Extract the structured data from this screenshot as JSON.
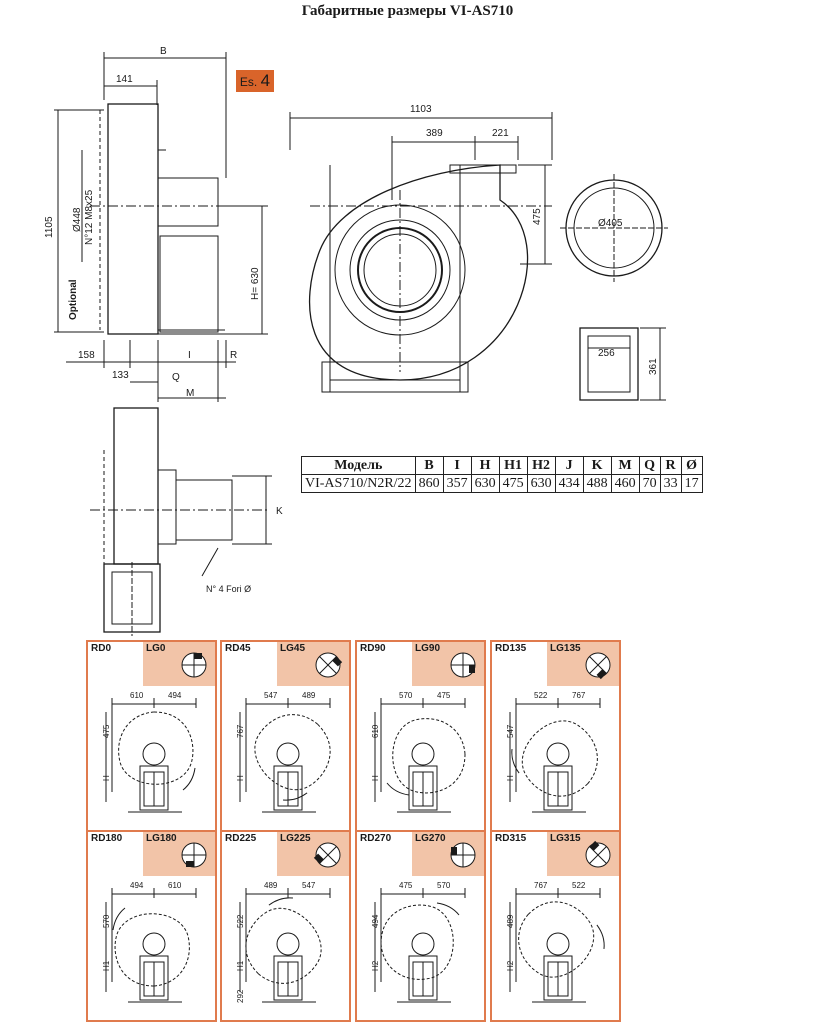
{
  "title": "Габаритные размеры VI-AS710",
  "es_badge": {
    "prefix": "Es.",
    "number": "4",
    "color": "#d9642a"
  },
  "side_view": {
    "dim_B": "B",
    "dim_141": "141",
    "dim_1105": "1105",
    "dim_448": "Ø448",
    "dim_holes": "N°12 M8x25",
    "dim_optional": "Optional",
    "dim_H": "H= 630",
    "dim_158": "158",
    "dim_133": "133",
    "dim_Q": "Q",
    "dim_I": "I",
    "dim_R": "R",
    "dim_M": "M"
  },
  "front_view": {
    "dim_1103": "1103",
    "dim_389": "389",
    "dim_221": "221",
    "dim_475": "475"
  },
  "flange_round": {
    "dim": "Ø405"
  },
  "flange_rect": {
    "dim_256": "256",
    "dim_361": "361"
  },
  "top_view": {
    "dim_K": "K",
    "holes": "N° 4 Fori Ø"
  },
  "spec_table": {
    "headers": [
      "Модель",
      "B",
      "I",
      "H",
      "H1",
      "H2",
      "J",
      "K",
      "M",
      "Q",
      "R",
      "Ø"
    ],
    "row": [
      "VI-AS710/N2R/22",
      "860",
      "357",
      "630",
      "475",
      "630",
      "434",
      "488",
      "460",
      "70",
      "33",
      "17"
    ]
  },
  "orientations": [
    {
      "rd": "RD0",
      "lg": "LG0",
      "dims": [
        "610",
        "494",
        "475",
        "H"
      ]
    },
    {
      "rd": "RD45",
      "lg": "LG45",
      "dims": [
        "547",
        "489",
        "767",
        "H"
      ]
    },
    {
      "rd": "RD90",
      "lg": "LG90",
      "dims": [
        "570",
        "475",
        "610",
        "H"
      ]
    },
    {
      "rd": "RD135",
      "lg": "LG135",
      "dims": [
        "522",
        "767",
        "547",
        "H"
      ]
    },
    {
      "rd": "RD180",
      "lg": "LG180",
      "dims": [
        "494",
        "610",
        "570",
        "H1"
      ]
    },
    {
      "rd": "RD225",
      "lg": "LG225",
      "dims": [
        "489",
        "547",
        "522",
        "H1",
        "292"
      ]
    },
    {
      "rd": "RD270",
      "lg": "LG270",
      "dims": [
        "475",
        "570",
        "494",
        "H2"
      ]
    },
    {
      "rd": "RD315",
      "lg": "LG315",
      "dims": [
        "767",
        "522",
        "489",
        "H2"
      ]
    }
  ],
  "colors": {
    "panel_border": "#e07b4d",
    "panel_box": "#f2c4a8",
    "line": "#1a1a1a"
  }
}
